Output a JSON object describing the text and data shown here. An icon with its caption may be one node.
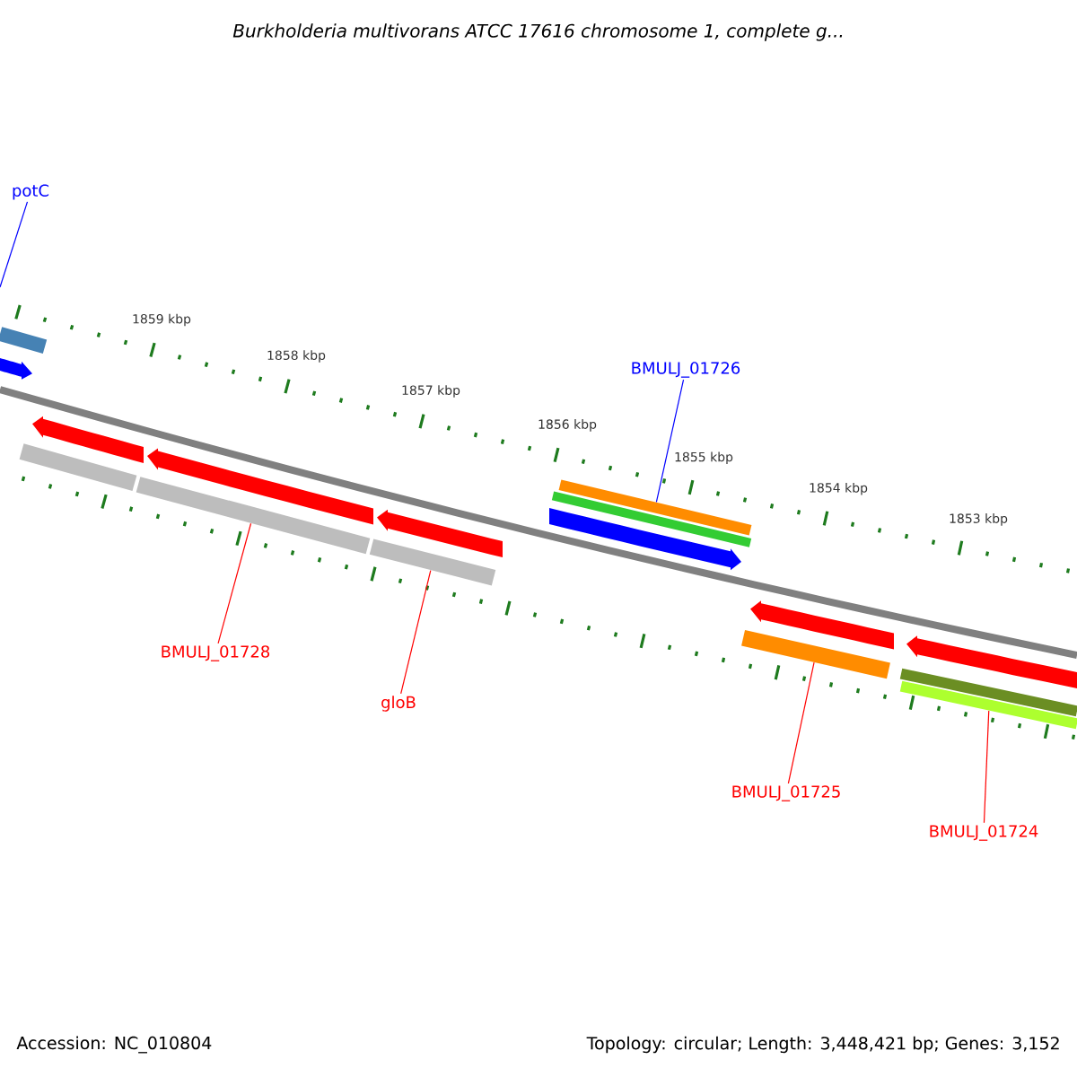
{
  "diagram": {
    "title": "Burkholderia multivorans ATCC 17616 chromosome 1, complete g...",
    "nodes": [
      {
        "text": [
          "potC"
        ]
      },
      {
        "text": [
          "BMULJ_01726"
        ]
      },
      {
        "text": [
          "BMULJ_01728"
        ]
      },
      {
        "text": [
          "gloB"
        ]
      },
      {
        "text": [
          "BMULJ_01725"
        ]
      },
      {
        "text": [
          "BMULJ_01724"
        ]
      },
      {
        "text": [],
        "shape": "bar"
      },
      {
        "text": [],
        "shape": "arrow"
      },
      {
        "text": [],
        "shape": "bar"
      },
      {
        "text": [],
        "shape": "arrow"
      },
      {
        "text": [],
        "shape": "bar"
      },
      {
        "text": [],
        "shape": "arrow"
      },
      {
        "text": [],
        "shape": "bar"
      },
      {
        "text": [],
        "shape": "arrow"
      },
      {
        "text": [],
        "shape": "arrow"
      },
      {
        "text": [],
        "shape": "bar"
      },
      {
        "text": [],
        "shape": "bar"
      },
      {
        "text": [],
        "shape": "bar"
      },
      {
        "text": [],
        "shape": "arrow"
      },
      {
        "text": [],
        "shape": "bar"
      },
      {
        "text": [],
        "shape": "bar"
      },
      {
        "text": [],
        "shape": "arrow"
      }
    ],
    "edges": [
      {
        "from": 0,
        "to": null,
        "arrow": "none",
        "color": "#0000ff"
      },
      {
        "from": 1,
        "to": 16,
        "arrow": "none",
        "color": "#0000ff"
      },
      {
        "from": 2,
        "to": 10,
        "arrow": "none"
      },
      {
        "from": 3,
        "to": 12,
        "arrow": "none"
      },
      {
        "from": 4,
        "to": 17,
        "arrow": "none"
      },
      {
        "from": 5,
        "to": 20,
        "arrow": "none"
      }
    ],
    "labels": [
      "1859 kbp",
      "1858 kbp",
      "1857 kbp",
      "1856 kbp",
      "1855 kbp",
      "1854 kbp",
      "1853 kbp",
      "Accession: NC_010804",
      "Topology: circular; Length: 3,448,421 bp; Genes: 3,152"
    ]
  }
}
